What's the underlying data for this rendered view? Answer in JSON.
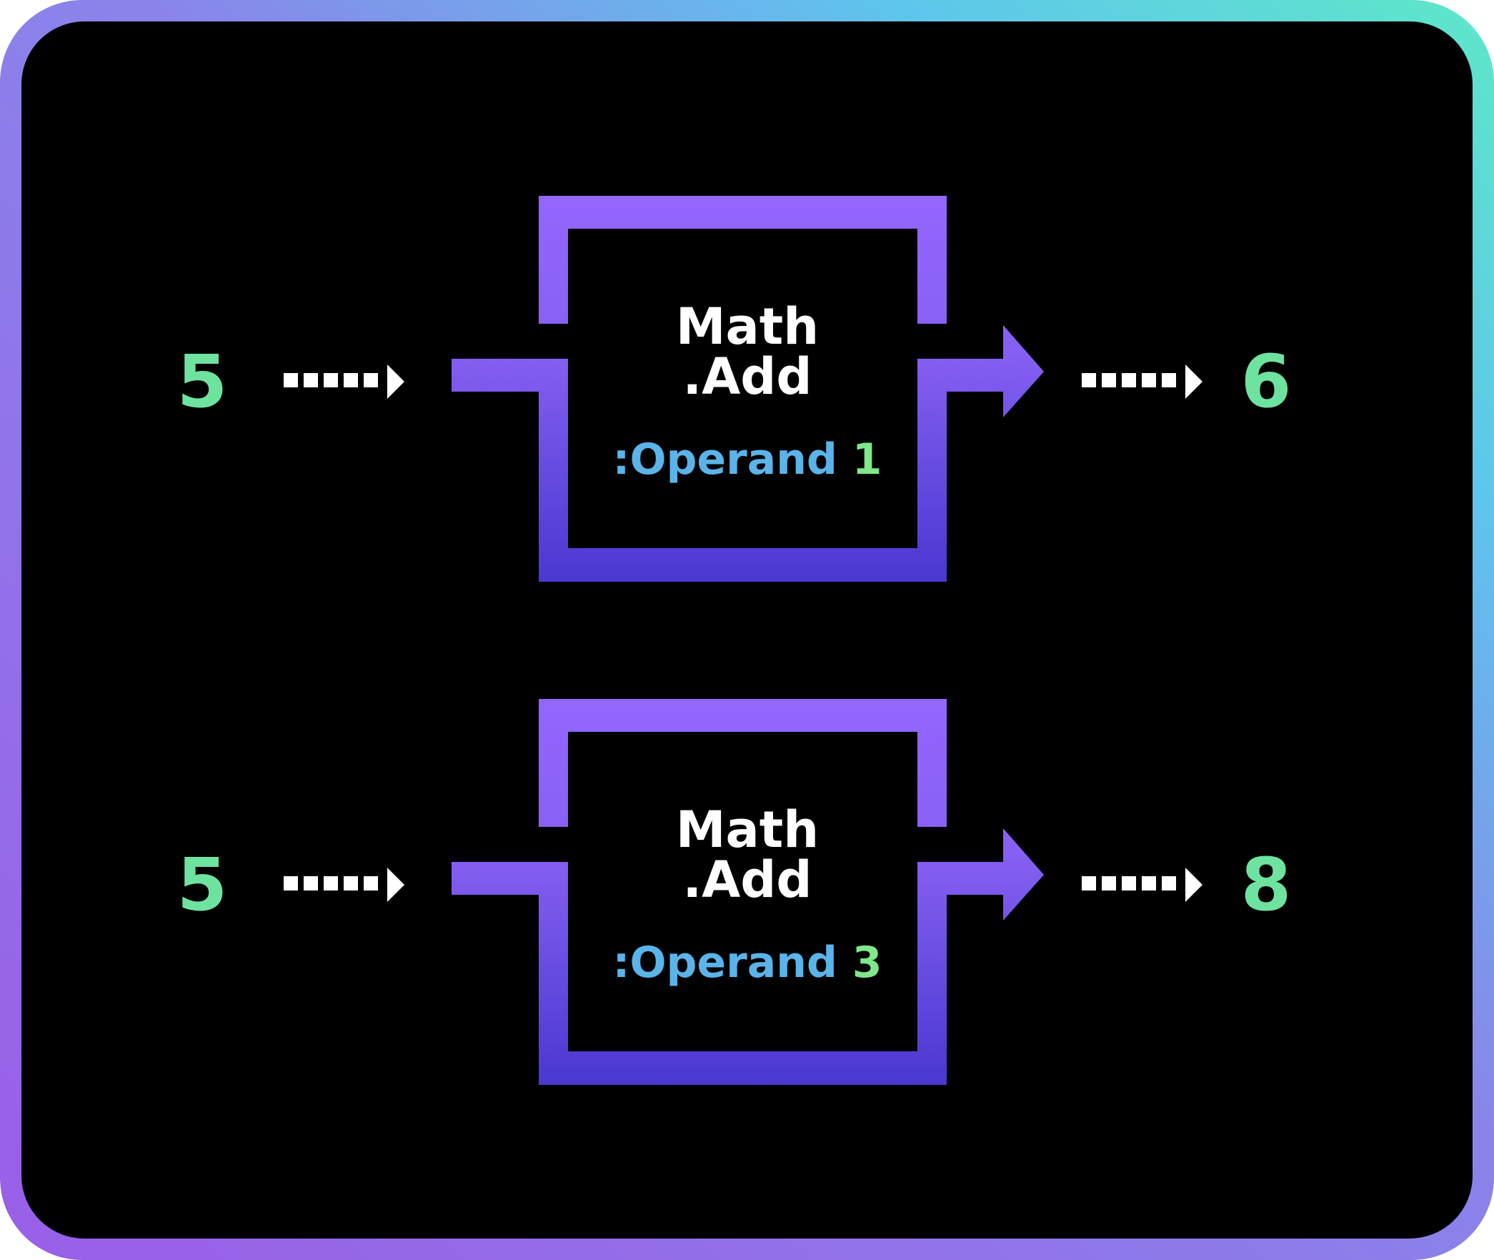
{
  "colors": {
    "background": "#000000",
    "border_start": "#9a6cf0",
    "border_mid": "#5ec6ec",
    "border_end": "#5ee8c8",
    "block_top": "#9466ff",
    "block_bottom": "#4a38d0",
    "number_green": "#6ee3a0",
    "operand_blue": "#5ab4ea",
    "operand_digit_green": "#7ee88a",
    "text_white": "#ffffff"
  },
  "rows": [
    {
      "input": "5",
      "block": {
        "line1": "Math",
        "line2": ".Add",
        "operand_label": ":Operand",
        "operand_value": "1"
      },
      "output": "6"
    },
    {
      "input": "5",
      "block": {
        "line1": "Math",
        "line2": ".Add",
        "operand_label": ":Operand",
        "operand_value": "3"
      },
      "output": "8"
    }
  ]
}
